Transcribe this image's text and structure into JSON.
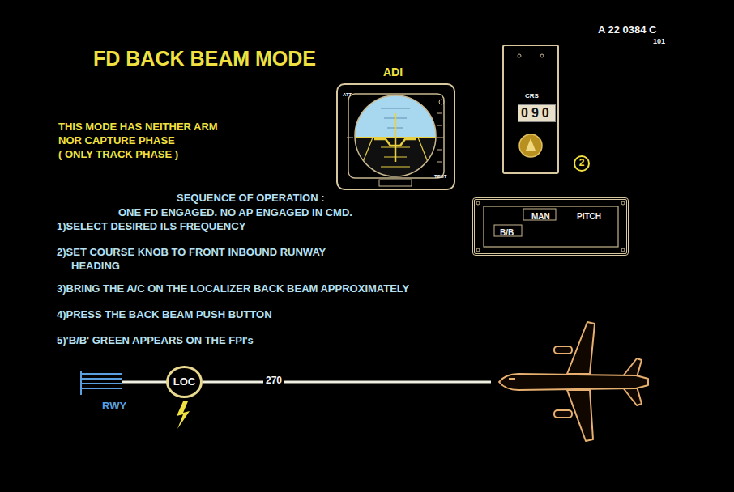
{
  "diagram": {
    "title": "FD BACK BEAM MODE",
    "nodes": [
      {
        "text": [
          "ADI",
          "ATT",
          "TEST"
        ]
      },
      {
        "text": [
          "CRS",
          "090"
        ]
      },
      {
        "text": [
          "MAN",
          "PITCH",
          "B/B"
        ]
      },
      {
        "text": [
          "LOC"
        ]
      }
    ],
    "labels": [
      "A 22 0384 C",
      "101",
      "THIS MODE HAS NEITHER ARM",
      "NOR CAPTURE PHASE",
      "( ONLY TRACK PHASE )",
      "SEQUENCE OF OPERATION :",
      "ONE FD ENGAGED. NO AP ENGAGED IN CMD.",
      "1)SELECT DESIRED ILS FREQUENCY",
      "2)SET COURSE KNOB TO FRONT INBOUND RUNWAY HEADING",
      "3)BRING THE A/C ON THE LOCALIZER BACK BEAM APPROXIMATELY",
      "4)PRESS THE BACK BEAM PUSH BUTTON",
      "5)'B/B' GREEN APPEARS ON THE FPI's",
      "2",
      "RWY",
      "270"
    ]
  }
}
